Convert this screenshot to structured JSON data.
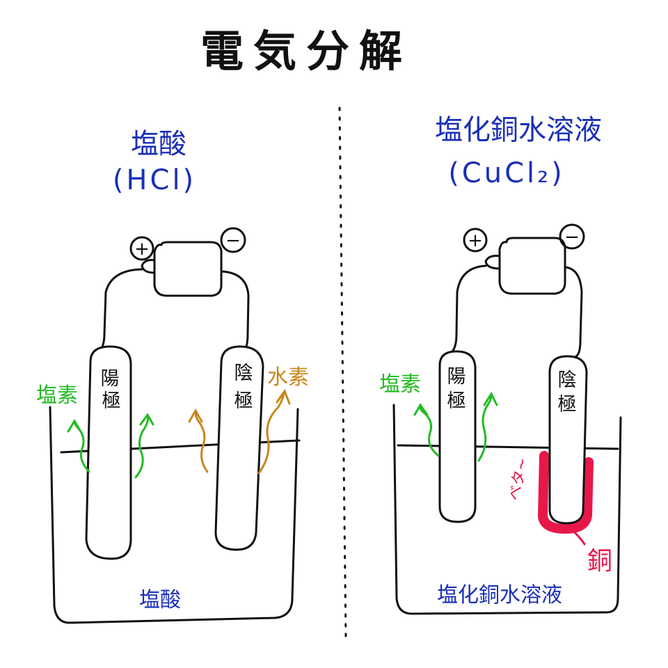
{
  "title": "電気分解",
  "left": {
    "solution_name": "塩酸",
    "formula": "(HCl)",
    "anode_label": "陽極",
    "cathode_label": "陰極",
    "anode_gas": "塩素",
    "cathode_gas": "水素",
    "liquid_label": "塩酸",
    "plus_sign": "+",
    "minus_sign": "−"
  },
  "right": {
    "solution_name": "塩化銅水溶液",
    "formula": "(CuCl₂)",
    "anode_label": "陽極",
    "cathode_label": "陰極",
    "anode_gas": "塩素",
    "deposit_note": "ベタ~",
    "deposit_label": "銅",
    "liquid_label": "塩化銅水溶液",
    "plus_sign": "+",
    "minus_sign": "−"
  },
  "colors": {
    "ink": "#111111",
    "label_blue": "#1a2fb8",
    "gas_green": "#22bb22",
    "hydrogen_orange": "#c8861a",
    "copper_red": "#e8174a"
  }
}
